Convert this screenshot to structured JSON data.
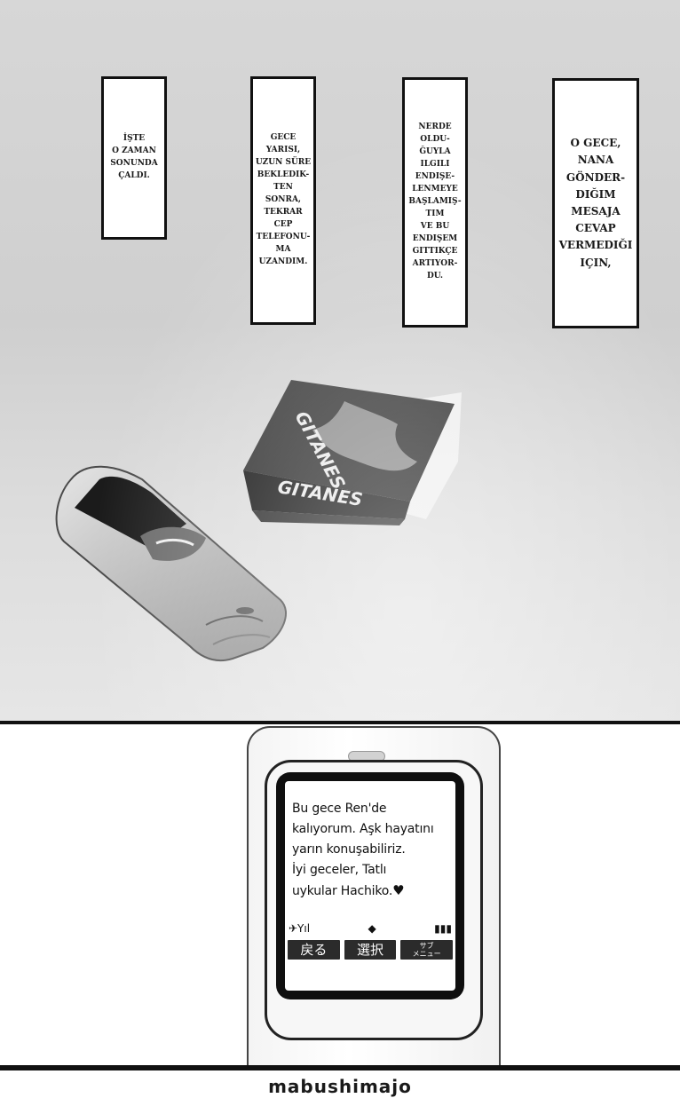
{
  "captions": [
    "İşte\no zaman\nsonunda\nçaldı.",
    "Gece\nyarısı,\nuzun süre\nbekledik-\nten\nsonra,\ntekrar\ncep\ntelefonu-\nma\nuzandım.",
    "Nerde\noldu-\nğuyla\nilgili\nendişe-\nlenmeye\nbaşlamış-\ntım\nve bu\nendişem\ngittikçe\nartıyor-\ndu.",
    "O gece,\nNana\ngönder-\ndiğim\nmesaja\ncevap\nvermediği\niçin,"
  ],
  "cigarette_box": {
    "brand_top": "GITANES",
    "brand_front": "GITANES"
  },
  "phone_message": {
    "text": "Bu gece Ren'de\nkalıyorum. Aşk hayatını\nyarın konuşabiliriz.\nİyi geceler, Tatlı\nuykular Hachiko.",
    "heart": "♥"
  },
  "phone_status": {
    "signal": "✈Yıl",
    "nav": "◆",
    "battery": "▮▮▮"
  },
  "softkeys": {
    "back": "戻る",
    "select": "選択",
    "submenu": "サブ\nメニュー"
  },
  "credit": "mabushimajo"
}
